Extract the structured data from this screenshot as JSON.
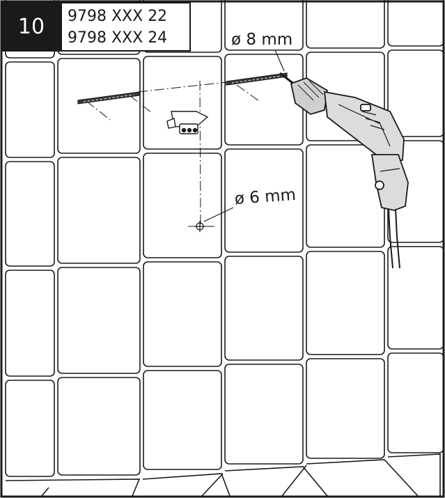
{
  "step_number": "10",
  "model_numbers": [
    "9798 XXX 22",
    "9798 XXX 24"
  ],
  "dimensions": {
    "upper_hole": "ø 8 mm",
    "lower_hole": "ø 6 mm"
  },
  "colors": {
    "line": "#1a1a1a",
    "badge_bg": "#1a1a1a",
    "drill_body": "#dcdcdc",
    "background": "#ffffff"
  },
  "icons": [
    "drill-icon",
    "mounting-rail-icon",
    "bracket-icon",
    "drill-mark-icon"
  ]
}
